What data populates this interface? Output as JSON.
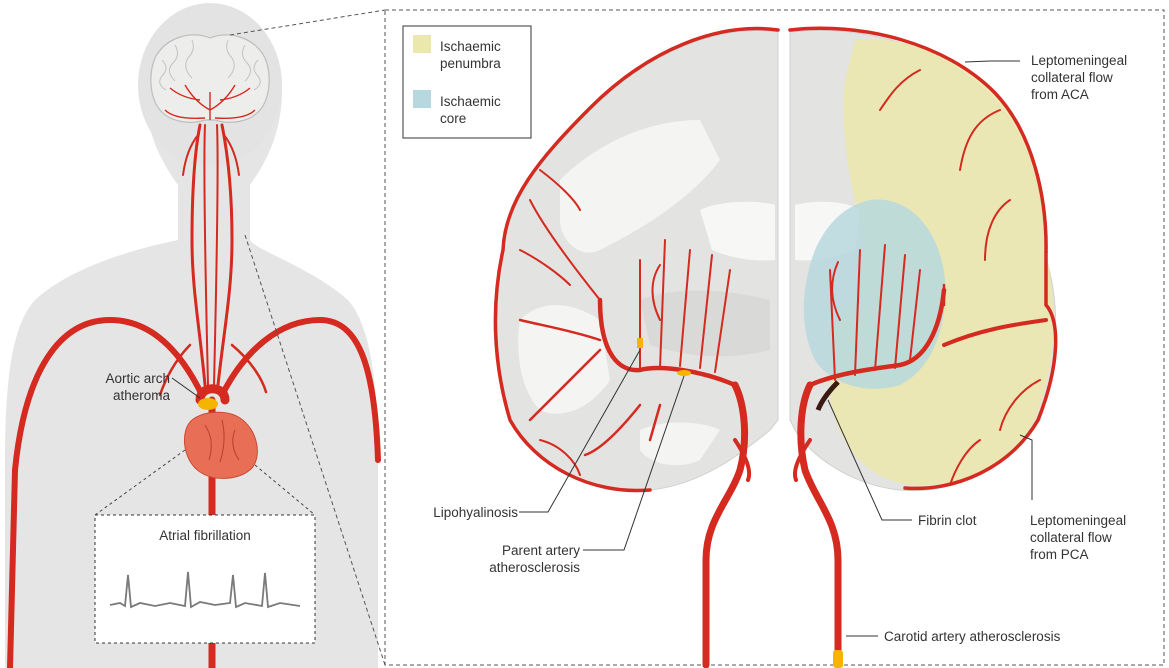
{
  "legend": {
    "penumbra_line1": "Ischaemic",
    "penumbra_line2": "penumbra",
    "core_line1": "Ischaemic",
    "core_line2": "core",
    "penumbra_color": "#ebe7ad",
    "core_color": "#b7d8de"
  },
  "labels": {
    "aortic_line1": "Aortic arch",
    "aortic_line2": "atheroma",
    "afib": "Atrial fibrillation",
    "lipo": "Lipohyalinosis",
    "parent_line1": "Parent artery",
    "parent_line2": "atherosclerosis",
    "fibrin": "Fibrin clot",
    "aca_line1": "Leptomeningeal",
    "aca_line2": "collateral flow",
    "aca_line3": "from ACA",
    "pca_line1": "Leptomeningeal",
    "pca_line2": "collateral flow",
    "pca_line3": "from PCA",
    "carotid": "Carotid artery atherosclerosis"
  },
  "colors": {
    "artery": "#d42a20",
    "body": "#e5e5e5",
    "plaque": "#f5b400",
    "heart": "#e86f55",
    "clot": "#3a1a12",
    "brain": "#e3e3e1",
    "white_matter": "#f4f4f2"
  }
}
